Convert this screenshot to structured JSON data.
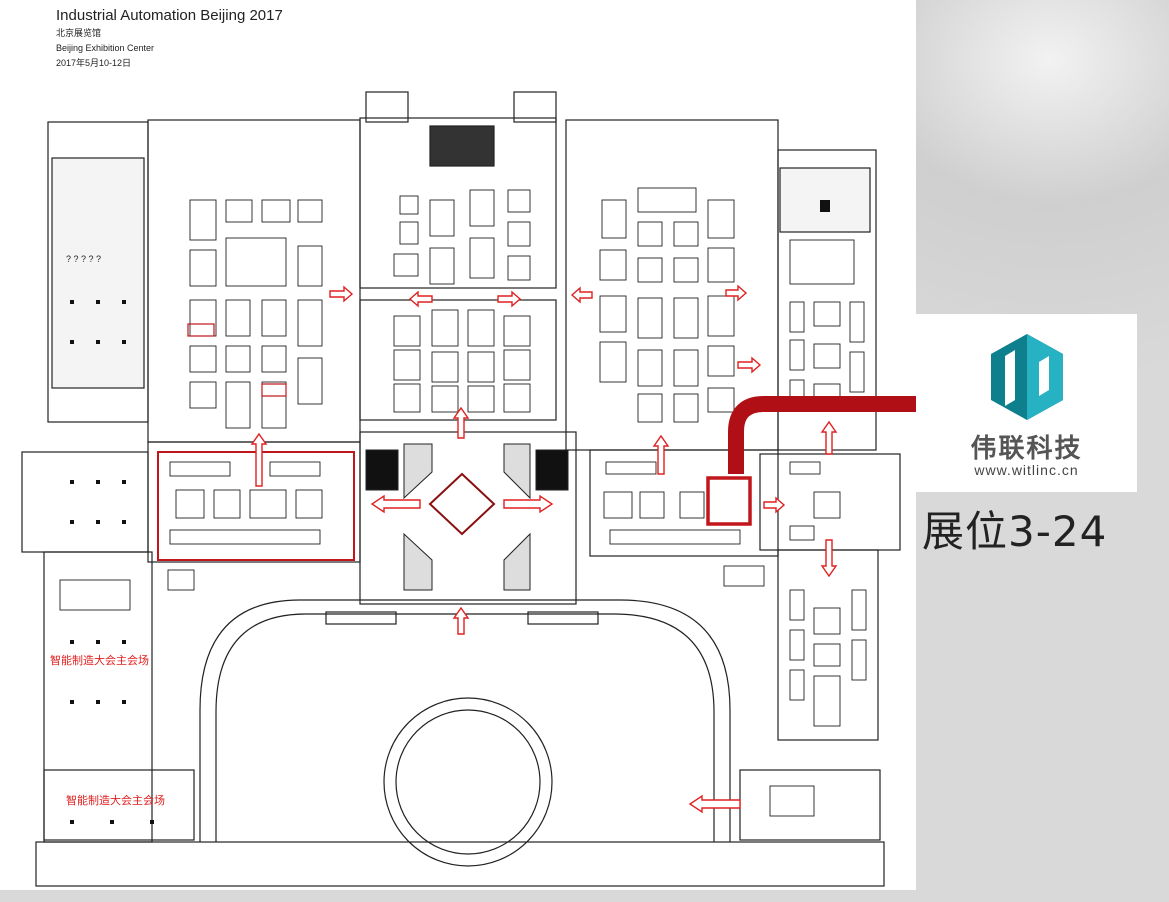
{
  "header": {
    "title": "Industrial Automation Beijing 2017",
    "venue_cn": "北京展览馆",
    "venue_en": "Beijing Exhibition Center",
    "dates": "2017年5月10-12日"
  },
  "labels": {
    "hall_left_lower": "智能制造大会主会场",
    "hall_left_bottom": "智能制造大会主会场"
  },
  "company": {
    "name": "伟联科技",
    "url": "www.witlinc.cn"
  },
  "booth": {
    "label": "展位3-24"
  },
  "colors": {
    "highlight_red": "#c0161c",
    "callout_arrow": "#b01015",
    "logo_teal_dark": "#0e7f8c",
    "logo_teal_light": "#27b2c4",
    "text_red": "#e02020"
  },
  "icons": [
    "logo-hexagon-icon",
    "callout-arrow-icon",
    "direction-arrow-icon"
  ]
}
